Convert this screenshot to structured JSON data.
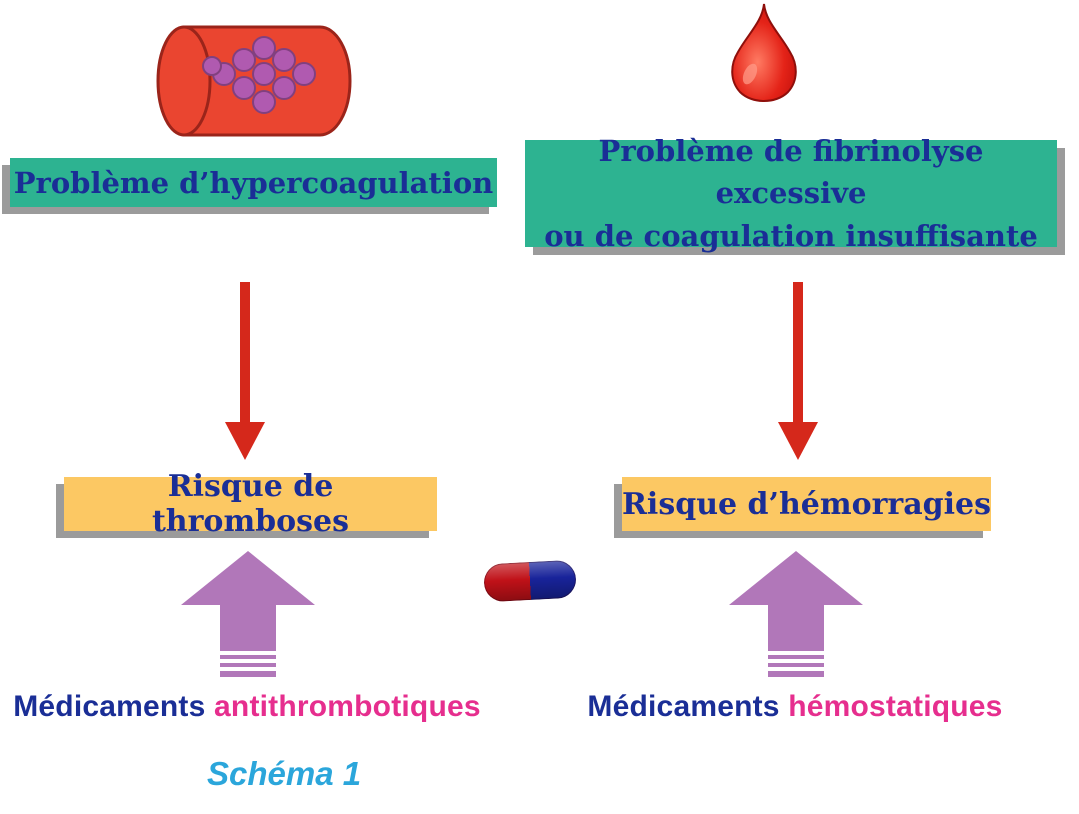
{
  "left_column": {
    "problem_label": "Problème d’hypercoagulation",
    "risk_label": "Risque de thromboses",
    "medication_prefix": "Médicaments",
    "medication_type": "antithrombotiques"
  },
  "right_column": {
    "problem_label_line1": "Problème de fibrinolyse excessive",
    "problem_label_line2": "ou de coagulation insuffisante",
    "risk_label": "Risque d’hémorragies",
    "medication_prefix": "Médicaments",
    "medication_type": "hémostatiques"
  },
  "caption": "Schéma 1",
  "icons": {
    "top_left": "blood-vessel-with-clot",
    "top_right": "blood-drop",
    "center": "medication-capsule",
    "downward": "red-down-arrow",
    "upward": "purple-up-arrow"
  },
  "colors": {
    "problem_box_bg": "#2db391",
    "risk_box_bg": "#fcc863",
    "box_text": "#1a2e96",
    "down_arrow": "#d5281b",
    "up_arrow": "#b177b9",
    "medication_type_text": "#e62e8e",
    "caption_text": "#2ba6db",
    "box_shadow": "#9b9b9b",
    "vessel_red": "#ea4530",
    "clot_purple": "#b05ab0",
    "pill_red": "#c01118",
    "pill_blue": "#18239a"
  }
}
